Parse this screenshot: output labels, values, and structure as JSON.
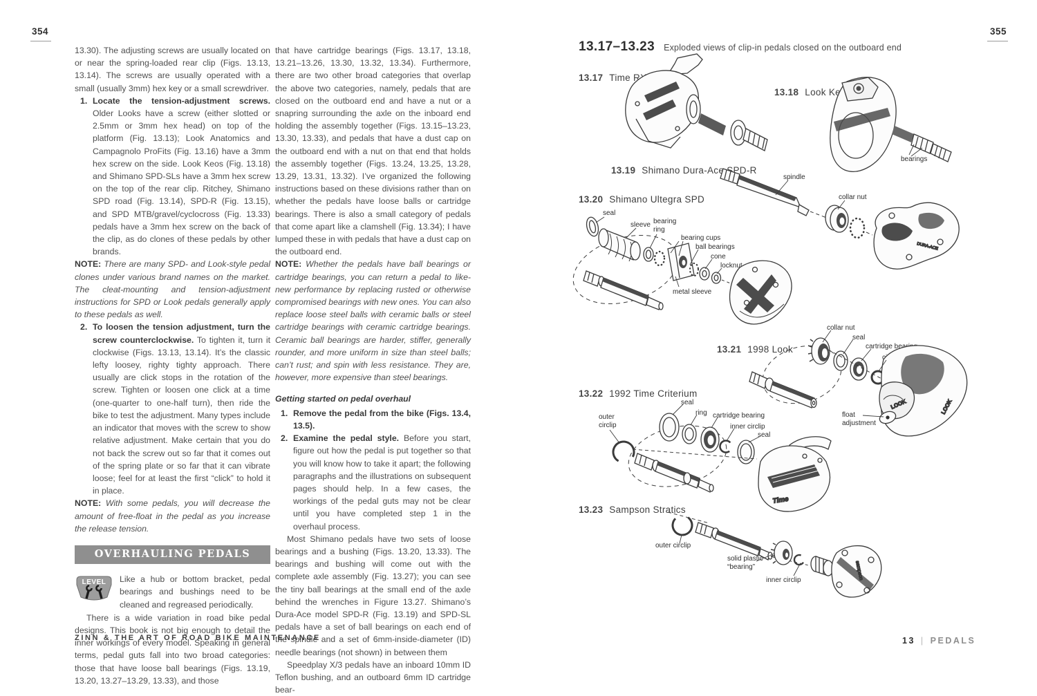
{
  "left": {
    "page_number": "354",
    "footer": "ZINN & THE ART OF ROAD BIKE MAINTENANCE",
    "col1": {
      "intro": "13.30). The adjusting screws are usually located on or near the spring-loaded rear clip (Figs. 13.13, 13.14). The screws are usually operated with a small (usually 3mm) hex key or a small screwdriver.",
      "step1_num": "1.",
      "step1_bold": "Locate the tension-adjustment screws.",
      "step1_text": " Older Looks have a screw (either slotted or 2.5mm or 3mm hex head) on top of the platform (Fig. 13.13); Look Anatomics and Campagnolo ProFits (Fig. 13.16) have a 3mm hex screw on the side. Look Keos (Fig. 13.18) and Shimano SPD-SLs have a 3mm hex screw on the top of the rear clip. Ritchey, Shimano SPD road (Fig. 13.14), SPD-R (Fig. 13.15), and SPD MTB/gravel/cyclocross (Fig. 13.33) pedals have a 3mm hex screw on the back of the clip, as do clones of these pedals by other brands.",
      "note1_label": "NOTE:",
      "note1_text": " There are many SPD- and Look-style pedal clones under various brand names on the market. The cleat-mounting and tension-adjustment instructions for SPD or Look pedals generally apply to these pedals as well.",
      "step2_num": "2.",
      "step2_bold": "To loosen the tension adjustment, turn the screw counterclockwise.",
      "step2_text": " To tighten it, turn it clockwise (Figs. 13.13, 13.14). It’s the classic lefty loosey, righty tighty approach. There usually are click stops in the rotation of the screw. Tighten or loosen one click at a time (one-quarter to one-half turn), then ride the bike to test the adjustment. Many types include an indicator that moves with the screw to show relative adjustment. Make certain that you do not back the screw out so far that it comes out of the spring plate or so far that it can vibrate loose; feel for at least the first “click” to hold it in place.",
      "note2_label": "NOTE:",
      "note2_text": " With some pedals, you will decrease the amount of free-float in the pedal as you increase the release tension.",
      "section_header": "OVERHAULING PEDALS",
      "level_label": "LEVEL",
      "level_text": "Like a hub or bottom bracket, pedal bearings and bushings need to be cleaned and regreased periodically.",
      "para2": "There is a wide variation in road bike pedal designs. This book is not big enough to detail the inner workings of every model. Speaking in general terms, pedal guts fall into two broad categories: those that have loose ball bearings (Figs. 13.19, 13.20, 13.27–13.29, 13.33), and those"
    },
    "col2": {
      "para1": "that have cartridge bearings (Figs. 13.17, 13.18, 13.21–13.26, 13.30, 13.32, 13.34). Furthermore, there are two other broad categories that overlap the above two categories, namely, pedals that are closed on the outboard end and have a nut or a snapring surrounding the axle on the inboard end holding the assembly together (Figs. 13.15–13.23, 13.30, 13.33), and pedals that have a dust cap on the outboard end with a nut on that end that holds the assembly together (Figs. 13.24, 13.25, 13.28, 13.29, 13.31, 13.32). I’ve organized the following instructions based on these divisions rather than on whether the pedals have loose balls or cartridge bearings. There is also a small category of pedals that come apart like a clamshell (Fig. 13.34); I have lumped these in with pedals that have a dust cap on the outboard end.",
      "note_label": "NOTE:",
      "note_text": " Whether the pedals have ball bearings or cartridge bearings, you can return a pedal to like-new performance by replacing rusted or otherwise compromised bearings with new ones. You can also replace loose steel balls with ceramic balls or steel cartridge bearings with ceramic cartridge bearings. Ceramic ball bearings are harder, stiffer, generally rounder, and more uniform in size than steel balls; can’t rust; and spin with less resistance. They are, however, more expensive than steel bearings.",
      "subhead": "Getting started on pedal overhaul",
      "gs1_num": "1.",
      "gs1_bold": "Remove the pedal from the bike (Figs. 13.4, 13.5).",
      "gs2_num": "2.",
      "gs2_bold": "Examine the pedal style.",
      "gs2_text": " Before you start, figure out how the pedal is put together so that you will know how to take it apart; the following paragraphs and the illustrations on subsequent pages should help. In a few cases, the workings of the pedal guts may not be clear until you have completed step 1 in the overhaul process.",
      "para3": "Most Shimano pedals have two sets of loose bearings and a bushing (Figs. 13.20, 13.33). The bearings and bushing will come out with the complete axle assembly (Fig. 13.27); you can see the tiny ball bearings at the small end of the axle behind the wrenches in Figure 13.27. Shimano’s Dura-Ace model SPD-R (Fig. 13.19) and SPD-SL pedals have a set of ball bearings on each end of the spindle and a set of 6mm-inside-diameter (ID) needle bearings (not shown) in between them",
      "para4": "Speedplay X/3 pedals have an inboard 10mm ID Teflon bushing, and an outboard 6mm ID cartridge bear-"
    }
  },
  "right": {
    "page_number": "355",
    "title_num": "13.17–13.23",
    "title_caption": "Exploded views of clip-in pedals closed on the outboard end",
    "footer_chapter": "13",
    "footer_divider": "|",
    "footer_title": "PEDALS",
    "figs": {
      "f17": {
        "num": "13.17",
        "name": "Time RXS"
      },
      "f18": {
        "num": "13.18",
        "name": "Look Keo",
        "c_bearings": "bearings"
      },
      "f19": {
        "num": "13.19",
        "name": "Shimano Dura-Ace SPD-R",
        "c_spindle": "spindle",
        "c_collar_nut": "collar nut",
        "brand": "DURA-ACE"
      },
      "f20": {
        "num": "13.20",
        "name": "Shimano Ultegra SPD",
        "c_seal": "seal",
        "c_sleeve": "sleeve",
        "c_bearing_ring": "bearing\nring",
        "c_bearing_cups": "bearing cups",
        "c_ball_bearings": "ball bearings",
        "c_cone": "cone",
        "c_locknut": "locknut",
        "c_metal_sleeve": "metal sleeve"
      },
      "f21": {
        "num": "13.21",
        "name": "1998 Look",
        "c_collar_nut": "collar nut",
        "c_seal": "seal",
        "c_cartridge_bearing": "cartridge bearing",
        "c_circlip": "circlip",
        "c_float": "float\nadjustment",
        "brand": "LOOK",
        "brand2": "LOOK"
      },
      "f22": {
        "num": "13.22",
        "name": "1992 Time Criterium",
        "c_outer_circlip": "outer\ncirclip",
        "c_seal1": "seal",
        "c_ring": "ring",
        "c_cartridge_bearing": "cartridge bearing",
        "c_inner_circlip": "inner circlip",
        "c_seal2": "seal",
        "brand": "Time"
      },
      "f23": {
        "num": "13.23",
        "name": "Sampson Stratics",
        "c_outer_circlip": "outer circlip",
        "c_solid": "solid plastic\n“bearing”",
        "c_inner_circlip": "inner circlip",
        "brand": "sampson"
      }
    }
  }
}
